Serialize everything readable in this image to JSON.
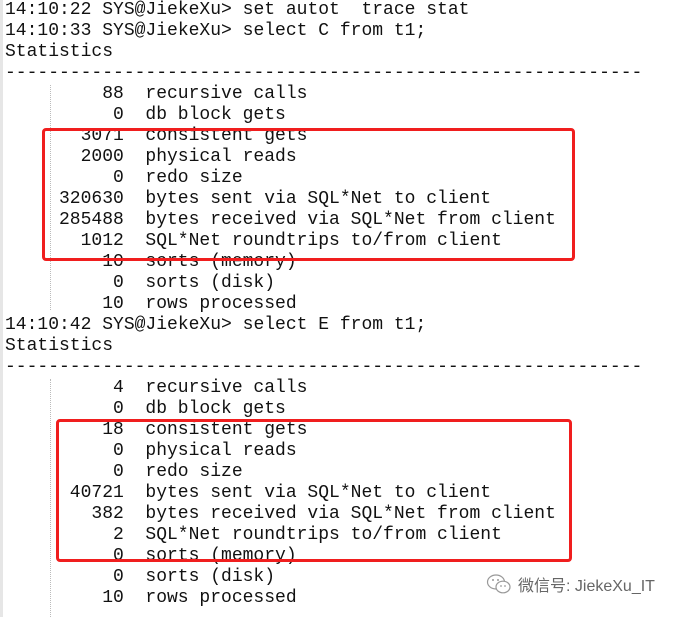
{
  "terminal": {
    "lines": [
      {
        "type": "text",
        "text": "14:10:22 SYS@JiekeXu> set autot  trace stat"
      },
      {
        "type": "text",
        "text": "14:10:33 SYS@JiekeXu> select C from t1;"
      },
      {
        "type": "text",
        "text": "Statistics"
      },
      {
        "type": "text",
        "text": "-----------------------------------------------------------"
      },
      {
        "type": "stat",
        "value": "88",
        "label": "recursive calls"
      },
      {
        "type": "stat",
        "value": "0",
        "label": "db block gets"
      },
      {
        "type": "stat",
        "value": "3071",
        "label": "consistent gets"
      },
      {
        "type": "stat",
        "value": "2000",
        "label": "physical reads"
      },
      {
        "type": "stat",
        "value": "0",
        "label": "redo size"
      },
      {
        "type": "stat",
        "value": "320630",
        "label": "bytes sent via SQL*Net to client"
      },
      {
        "type": "stat",
        "value": "285488",
        "label": "bytes received via SQL*Net from client"
      },
      {
        "type": "stat",
        "value": "1012",
        "label": "SQL*Net roundtrips to/from client"
      },
      {
        "type": "stat",
        "value": "10",
        "label": "sorts (memory)"
      },
      {
        "type": "stat",
        "value": "0",
        "label": "sorts (disk)"
      },
      {
        "type": "stat",
        "value": "10",
        "label": "rows processed"
      },
      {
        "type": "text",
        "text": "14:10:42 SYS@JiekeXu> select E from t1;"
      },
      {
        "type": "text",
        "text": "Statistics"
      },
      {
        "type": "text",
        "text": "-----------------------------------------------------------"
      },
      {
        "type": "stat",
        "value": "4",
        "label": "recursive calls"
      },
      {
        "type": "stat",
        "value": "0",
        "label": "db block gets"
      },
      {
        "type": "stat",
        "value": "18",
        "label": "consistent gets"
      },
      {
        "type": "stat",
        "value": "0",
        "label": "physical reads"
      },
      {
        "type": "stat",
        "value": "0",
        "label": "redo size"
      },
      {
        "type": "stat",
        "value": "40721",
        "label": "bytes sent via SQL*Net to client"
      },
      {
        "type": "stat",
        "value": "382",
        "label": "bytes received via SQL*Net from client"
      },
      {
        "type": "stat",
        "value": "2",
        "label": "SQL*Net roundtrips to/from client"
      },
      {
        "type": "stat",
        "value": "0",
        "label": "sorts (memory)"
      },
      {
        "type": "stat",
        "value": "0",
        "label": "sorts (disk)"
      },
      {
        "type": "stat",
        "value": "10",
        "label": "rows processed"
      }
    ]
  },
  "highlight_color": "#f01e1e",
  "watermark": {
    "icon": "wechat-icon",
    "text": "微信号: JiekeXu_IT"
  }
}
